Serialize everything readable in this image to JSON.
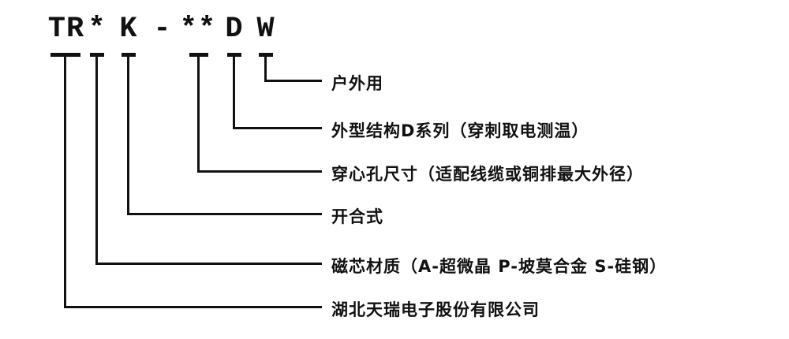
{
  "diagram": {
    "code_parts": [
      "TR",
      "*",
      "K",
      "-",
      "**",
      "D",
      "W"
    ],
    "branches": [
      {
        "code": "W",
        "label": "户外用"
      },
      {
        "code": "D",
        "label": "外型结构D系列（穿刺取电测温）"
      },
      {
        "code": "**",
        "label": "穿心孔尺寸（适配线缆或铜排最大外径）"
      },
      {
        "code": "K",
        "label": "开合式"
      },
      {
        "code": "*",
        "label": "磁芯材质（A-超微晶 P-坡莫合金 S-硅钢）"
      },
      {
        "code": "TR",
        "label": "湖北天瑞电子股份有限公司"
      }
    ]
  }
}
